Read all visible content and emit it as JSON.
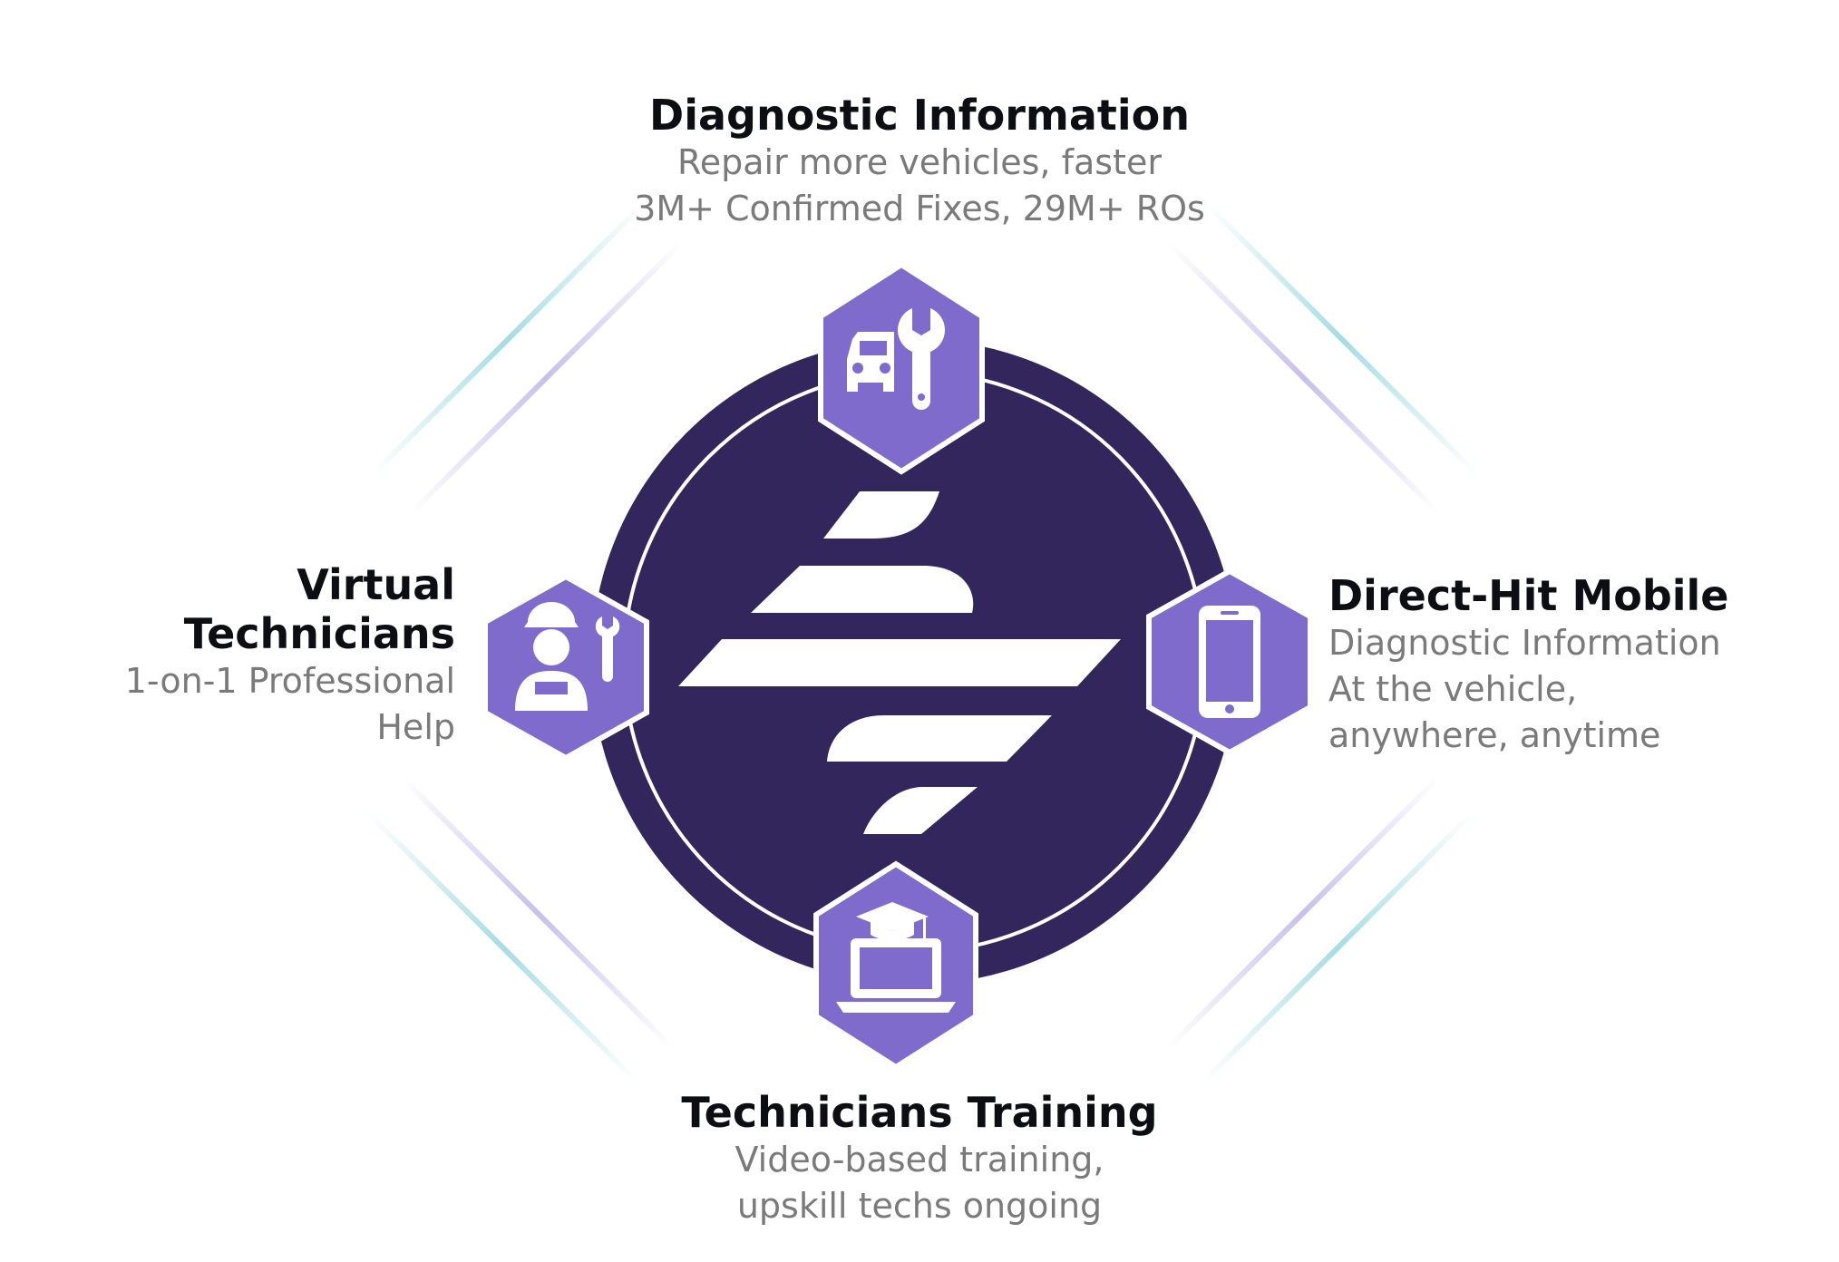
{
  "colors": {
    "ring_dark": "#32265c",
    "hexagon_fill": "#7f6bcc",
    "hexagon_stroke": "#ffffff",
    "logo_white": "#ffffff",
    "ray_teal": "#a6dde3",
    "ray_lavender": "#c8c0ec",
    "title_text": "#0d0d14",
    "body_text": "#7a7a7a"
  },
  "nodes": {
    "top": {
      "title": "Diagnostic Information",
      "lines": [
        "Repair more vehicles, faster",
        "3M+ Confirmed Fixes, 29M+ ROs"
      ],
      "icon": "car-wrench-icon"
    },
    "left": {
      "title_lines": [
        "Virtual",
        "Technicians"
      ],
      "lines": [
        "1-on-1 Professional",
        "Help"
      ],
      "icon": "mechanic-icon"
    },
    "right": {
      "title": "Direct-Hit Mobile",
      "lines": [
        "Diagnostic Information",
        "At the vehicle,",
        "anywhere, anytime"
      ],
      "icon": "smartphone-icon"
    },
    "bottom": {
      "title": "Technicians Training",
      "lines": [
        "Video-based training,",
        "upskill techs ongoing"
      ],
      "icon": "laptop-graduation-icon"
    }
  }
}
